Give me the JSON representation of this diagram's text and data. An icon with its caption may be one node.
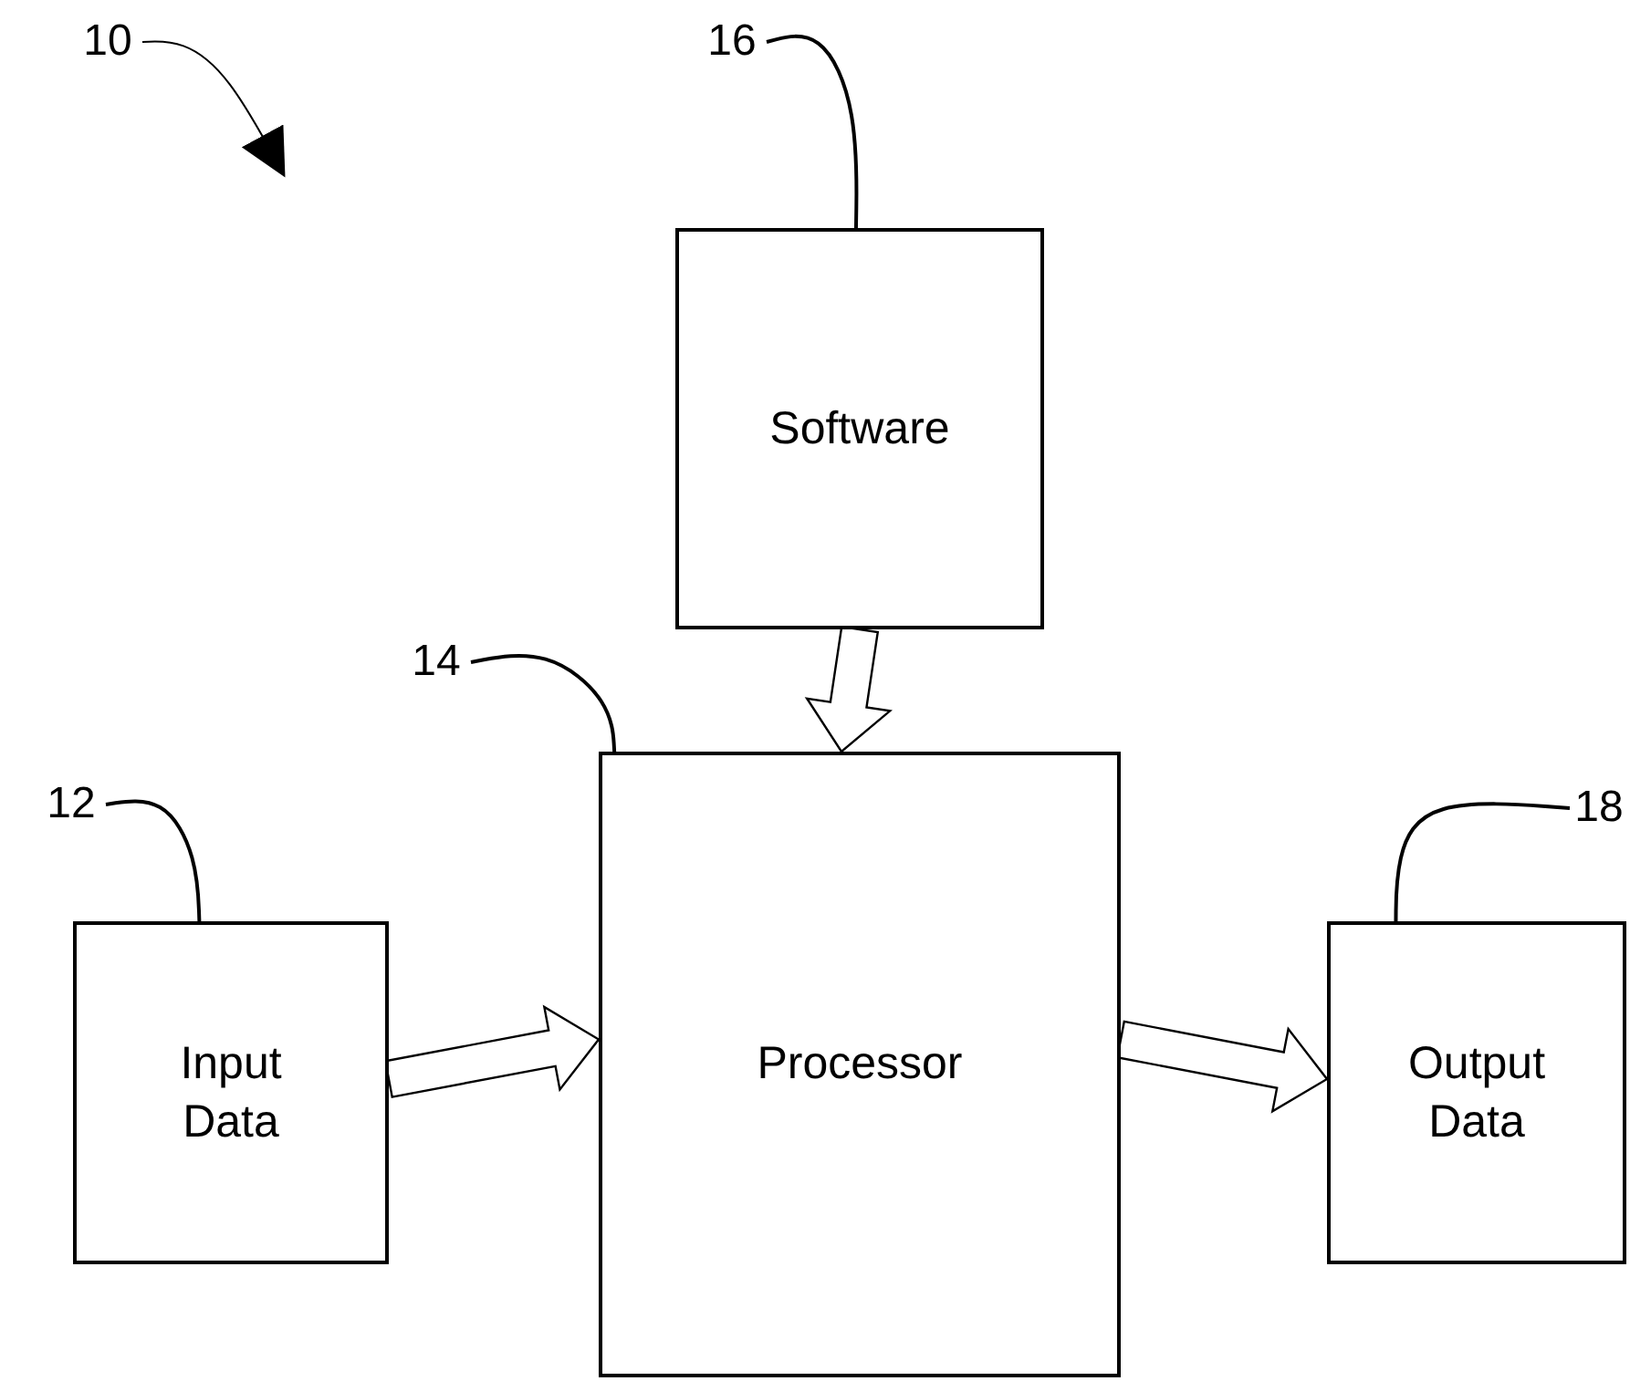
{
  "diagram": {
    "nodes": [
      {
        "text": [
          "10"
        ]
      },
      {
        "text": [
          "16"
        ]
      },
      {
        "text": [
          "Software"
        ]
      },
      {
        "text": [
          "14"
        ]
      },
      {
        "text": [
          "12"
        ]
      },
      {
        "text": [
          "Input Data"
        ]
      },
      {
        "text": [
          "Processor"
        ]
      },
      {
        "text": [
          "18"
        ]
      },
      {
        "text": [
          "Output Data"
        ]
      }
    ],
    "edges": [
      {
        "from": 0,
        "to": null,
        "arrow": "to"
      },
      {
        "from": 1,
        "to": 2,
        "arrow": "none"
      },
      {
        "from": 3,
        "to": 6,
        "arrow": "none"
      },
      {
        "from": 4,
        "to": 5,
        "arrow": "none"
      },
      {
        "from": 7,
        "to": 8,
        "arrow": "none"
      },
      {
        "from": 2,
        "to": 6,
        "arrow": "to",
        "style": "thick"
      },
      {
        "from": 5,
        "to": 6,
        "arrow": "to",
        "style": "thick"
      },
      {
        "from": 6,
        "to": 8,
        "arrow": "to",
        "style": "thick"
      }
    ]
  }
}
